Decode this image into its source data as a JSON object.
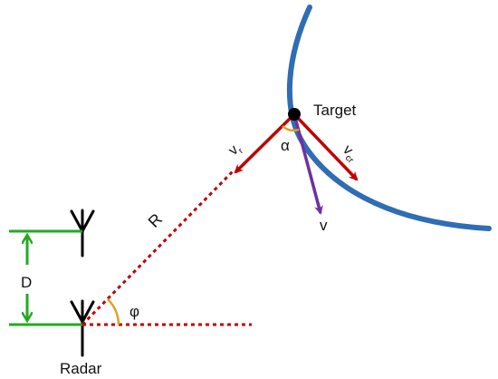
{
  "labels": {
    "target": "Target",
    "radar": "Radar",
    "distance": "D",
    "range": "R",
    "angle_phi": "φ",
    "angle_alpha": "α",
    "velocity": "v",
    "radial_velocity": {
      "main": "v",
      "sub": "r"
    },
    "cross_velocity": {
      "main": "v",
      "sub": "cr"
    }
  },
  "colors": {
    "trajectory": "#2f6db5",
    "velocity_vectors": "#c00000",
    "velocity_total": "#7030a0",
    "spacing": "#22aa22",
    "angle_arcs": "#e0a020",
    "antenna": "#000000",
    "target_point": "#000000"
  }
}
